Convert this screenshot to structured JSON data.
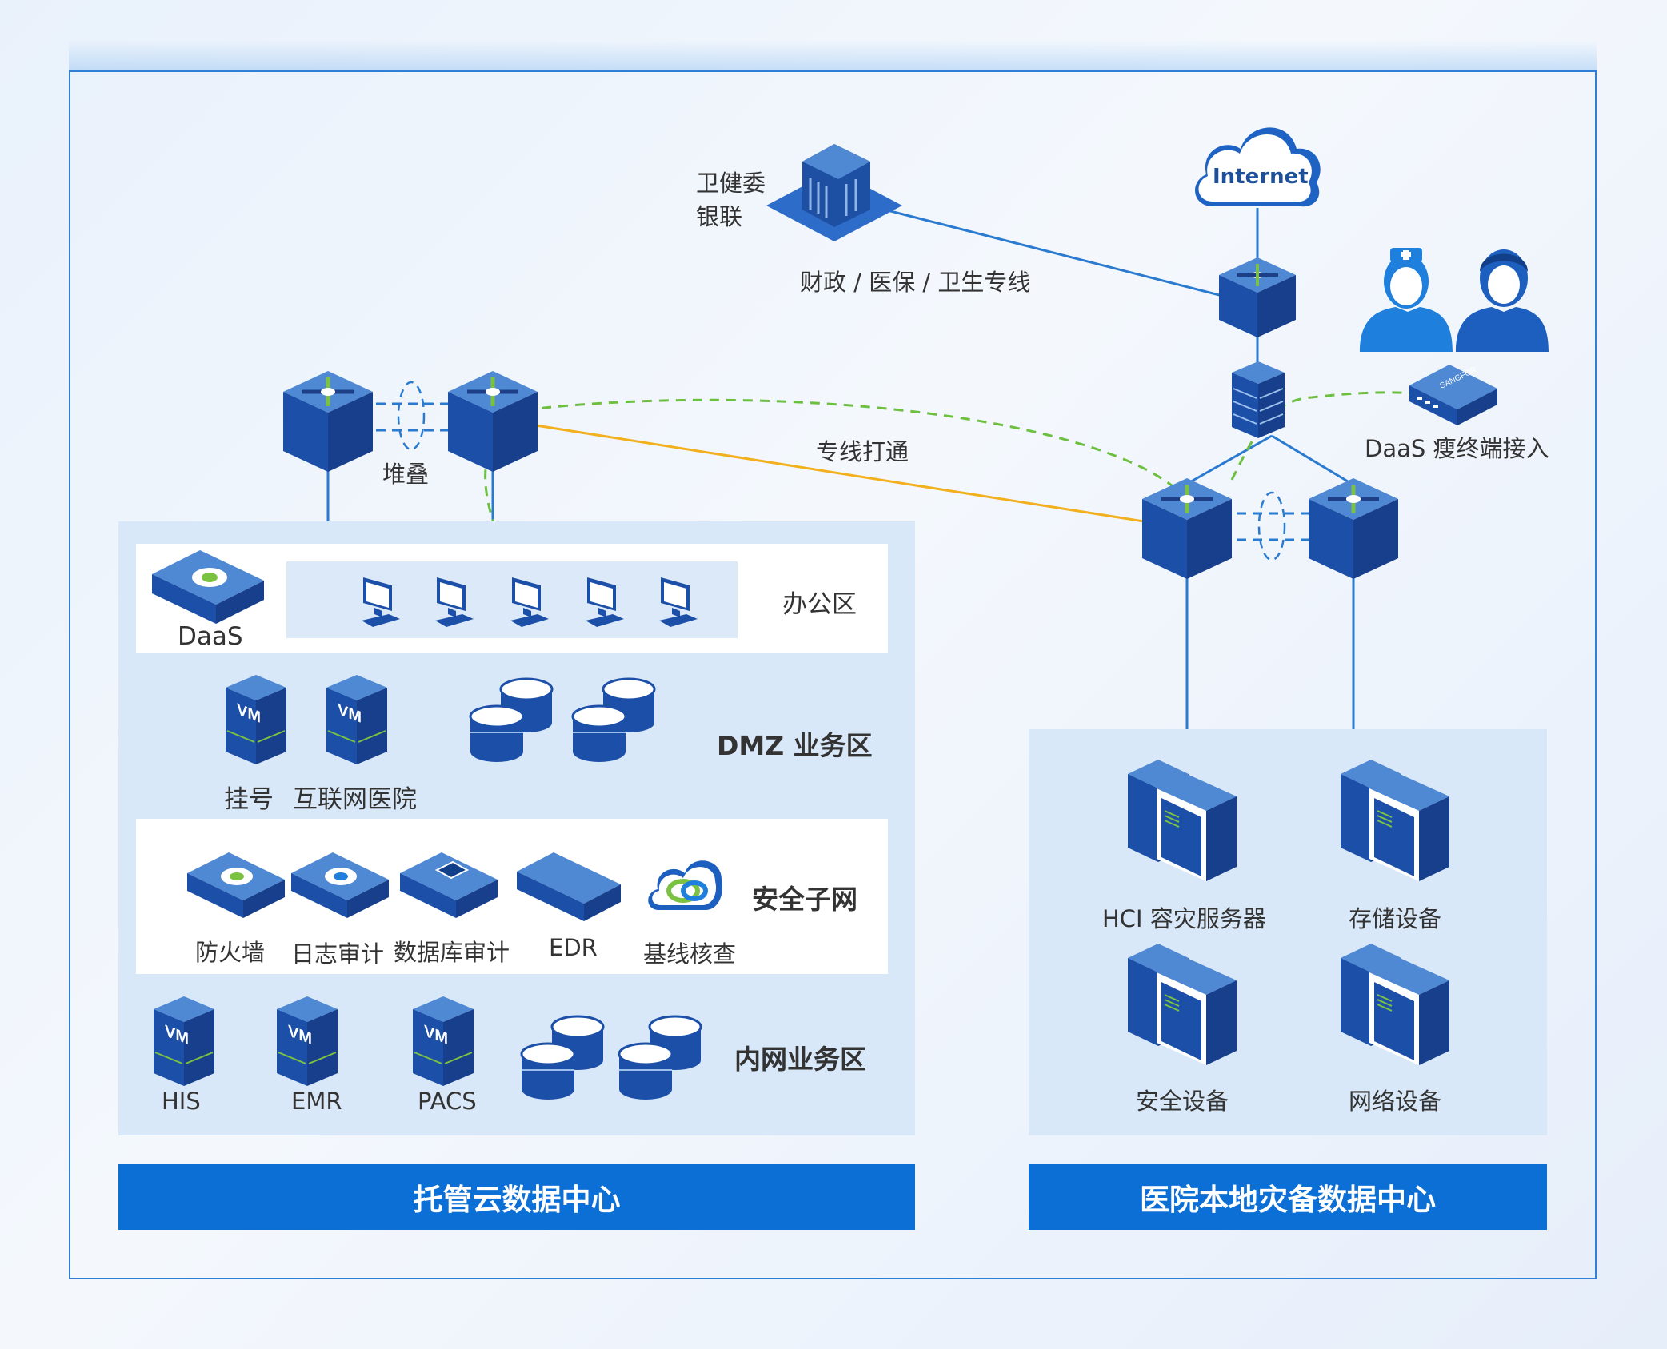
{
  "external": {
    "gov_label_1": "卫健委",
    "gov_label_2": "银联",
    "dedicated_line": "财政 / 医保 / 卫生专线",
    "internet": "Internet",
    "stack": "堆叠",
    "leased_line": "专线打通",
    "daas_thin": "DaaS 瘦终端接入"
  },
  "cloud_dc": {
    "title": "托管云数据中心",
    "office": {
      "label": "办公区",
      "daas_label": "DaaS"
    },
    "dmz": {
      "label": "DMZ 业务区",
      "vm1": "挂号",
      "vm2": "互联网医院"
    },
    "security": {
      "label": "安全子网",
      "items": [
        "防火墙",
        "日志审计",
        "数据库审计",
        "EDR",
        "基线核查"
      ]
    },
    "intranet": {
      "label": "内网业务区",
      "vms": [
        "HIS",
        "EMR",
        "PACS"
      ]
    }
  },
  "local_dc": {
    "title": "医院本地灾备数据中心",
    "items": [
      "HCI 容灾服务器",
      "存储设备",
      "安全设备",
      "网络设备"
    ]
  },
  "colors": {
    "frame": "#2f7fd6",
    "device_top": "#4f88d3",
    "device_side": "#1c4fa8",
    "device_front": "#173f8c",
    "arrow_green": "#7cc242",
    "leased_line": "#f2b01e",
    "vpn_dashed": "#6cbf3f",
    "bar": "#0b6fd6"
  }
}
